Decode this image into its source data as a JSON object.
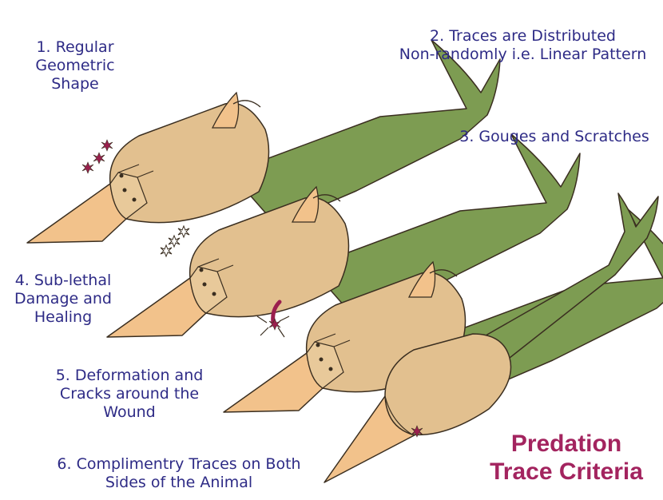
{
  "criteria": [
    {
      "label": "1. Regular\nGeometric\nShape"
    },
    {
      "label": "2. Traces are Distributed\nNon-randomly i.e. Linear Pattern"
    },
    {
      "label": "3. Gouges and Scratches"
    },
    {
      "label": "4. Sub-lethal\nDamage and\nHealing"
    },
    {
      "label": "5. Deformation and\nCracks around the\nWound"
    },
    {
      "label": "6. Complimentry Traces on Both\nSides of the Animal"
    }
  ],
  "title": "Predation\nTrace Criteria",
  "colors": {
    "body": "#e2c08f",
    "tail": "#7d9c52",
    "snout": "#f2c28b",
    "outline": "#3a2e20",
    "trace": "#9b1f4e",
    "healed": "#ffffff",
    "text": "#2e2b86",
    "title": "#a3245f"
  }
}
